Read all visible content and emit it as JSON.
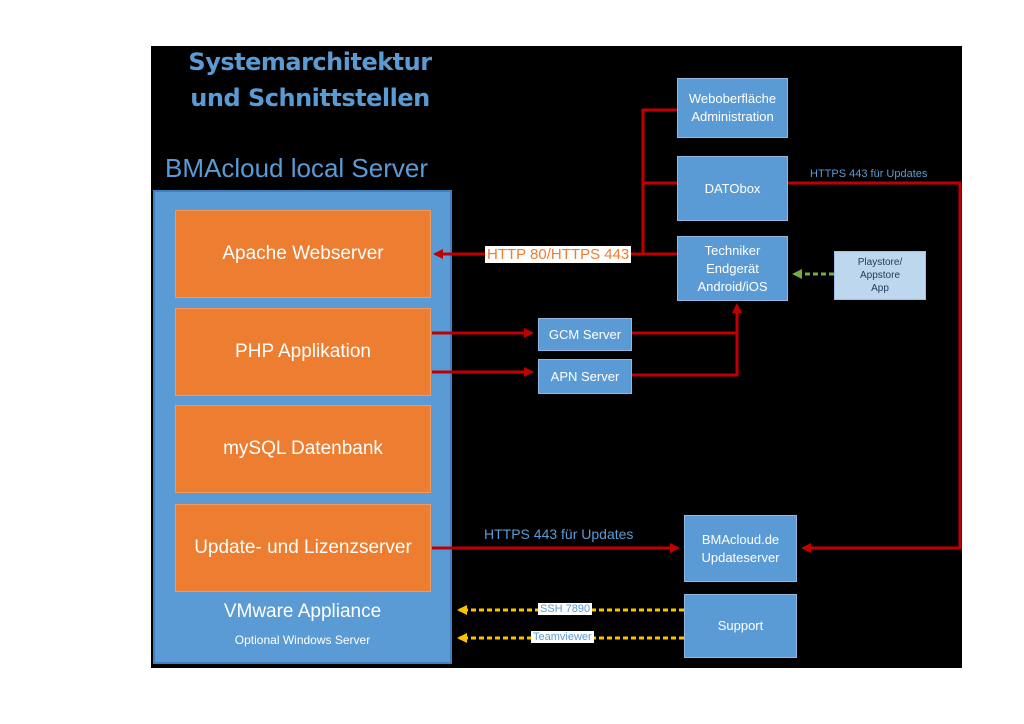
{
  "title": "Systemarchitektur und Schnittstellen",
  "server": {
    "title": "BMAcloud local Server",
    "layers": [
      "Apache Webserver",
      "PHP Applikation",
      "mySQL Datenbank",
      "Update- und Lizenzserver"
    ],
    "appliance": "VMware Appliance",
    "appliance_sub": "Optional Windows Server"
  },
  "nodes": {
    "weboberflaeche": "Weboberfläche\nAdministration",
    "datobox": "DATObox",
    "techniker": "Techniker\nEndgerät\nAndroid/iOS",
    "store": "Playstore/\nAppstore\nApp",
    "gcm": "GCM Server",
    "apn": "APN Server",
    "updateserver": "BMAcloud.de\nUpdateserver",
    "support": "Support"
  },
  "labels": {
    "http": "HTTP 80/HTTPS 443",
    "https_datobox": "HTTPS 443 für Updates",
    "https_update": "HTTPS 443 für Updates",
    "ssh": "SSH 7890",
    "teamviewer": "Teamviewer"
  },
  "colors": {
    "background": "#000000",
    "server": "#5b9bd5",
    "layer": "#ed7d31",
    "arrow_red": "#c00000",
    "arrow_green": "#70ad47",
    "arrow_yellow": "#ffc000"
  }
}
